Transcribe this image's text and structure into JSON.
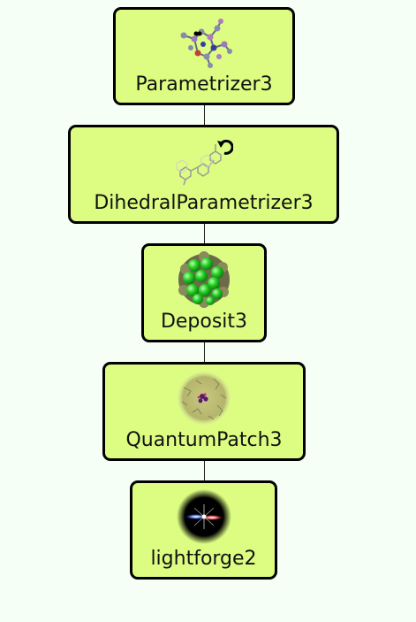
{
  "workflow": {
    "nodes": [
      {
        "label": "Parametrizer3",
        "icon": "molecule-ball-stick-icon"
      },
      {
        "label": "DihedralParametrizer3",
        "icon": "molecule-rotation-icon"
      },
      {
        "label": "Deposit3",
        "icon": "green-molecular-cluster-icon"
      },
      {
        "label": "QuantumPatch3",
        "icon": "molecular-morphology-patch-icon"
      },
      {
        "label": "lightforge2",
        "icon": "light-flare-icon"
      }
    ]
  },
  "colors": {
    "background": "#f5fff5",
    "node_fill": "#dcfd82",
    "node_border": "#000000",
    "connector": "#222222"
  }
}
